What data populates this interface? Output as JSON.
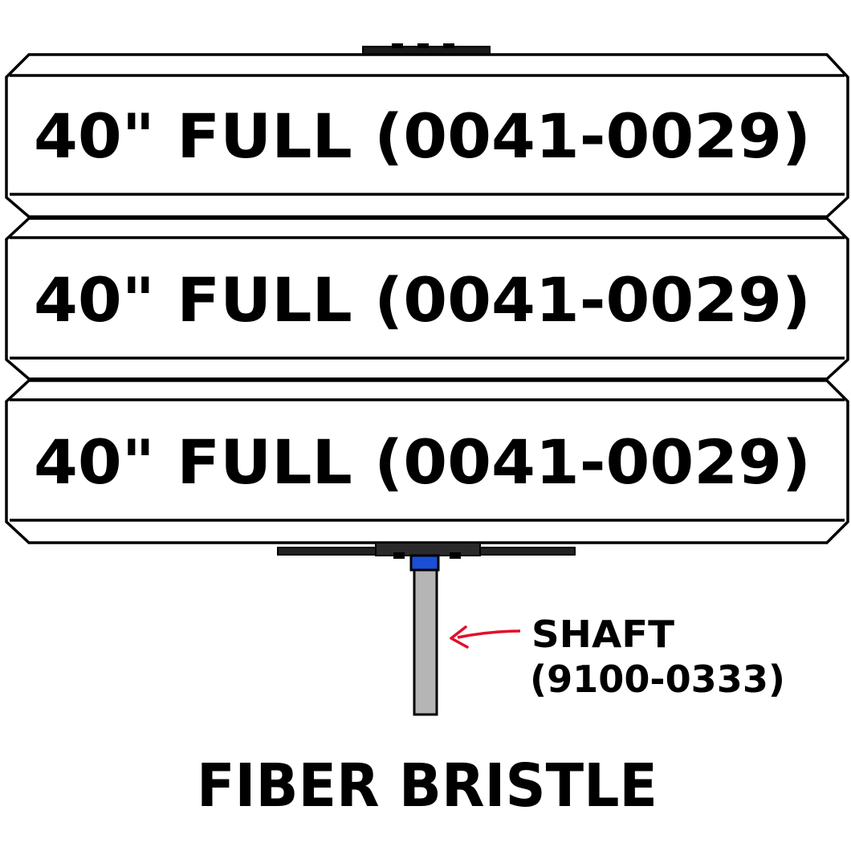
{
  "brush_sections": [
    {
      "label": "40\" FULL (0041-0029)"
    },
    {
      "label": "40\" FULL (0041-0029)"
    },
    {
      "label": "40\" FULL (0041-0029)"
    }
  ],
  "shaft_callout": {
    "line1": "SHAFT",
    "line2": "(9100-0333)"
  },
  "footer_title": "FIBER BRISTLE",
  "colors": {
    "outline": "#000000",
    "fill": "#ffffff",
    "shaft": "#b5b5b5",
    "shaft_collar": "#1a4fd6",
    "arrow": "#e0102a",
    "text": "#000000"
  }
}
